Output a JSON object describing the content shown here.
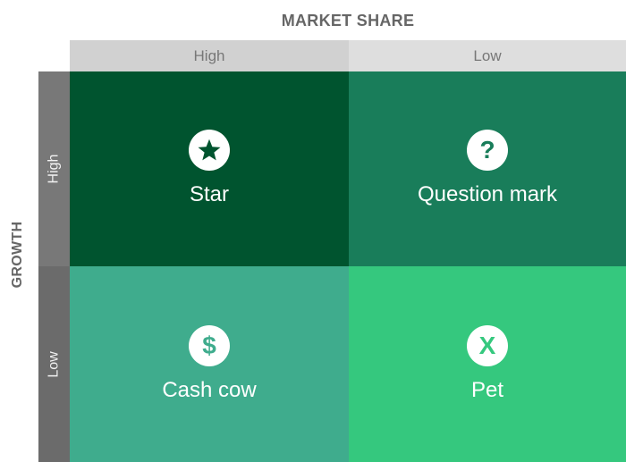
{
  "axes": {
    "top_title": "MARKET SHARE",
    "left_title": "GROWTH",
    "columns": [
      "High",
      "Low"
    ],
    "rows": [
      "High",
      "Low"
    ]
  },
  "quadrants": [
    {
      "label": "Star",
      "icon": "star-icon",
      "color": "#00542f"
    },
    {
      "label": "Question mark",
      "icon": "question-mark-icon",
      "color": "#197d5a",
      "glyph": "?"
    },
    {
      "label": "Cash cow",
      "icon": "dollar-icon",
      "color": "#3fac8d",
      "glyph": "$"
    },
    {
      "label": "Pet",
      "icon": "x-icon",
      "color": "#35c87e",
      "glyph": "X"
    }
  ]
}
